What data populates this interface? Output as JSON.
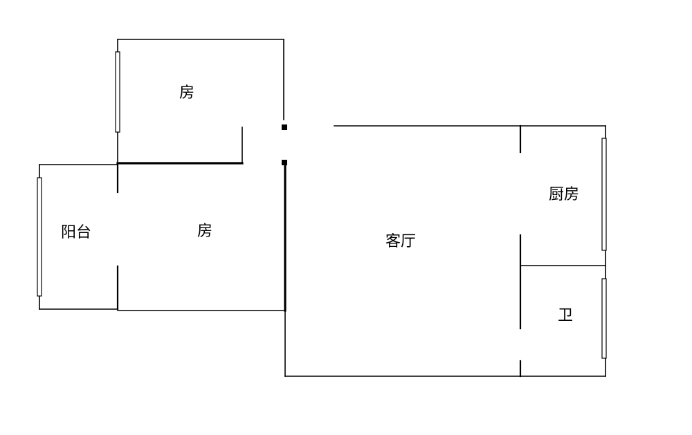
{
  "floorplan": {
    "rooms": {
      "bedroom_top": "房",
      "bedroom_middle": "房",
      "balcony": "阳台",
      "living_room": "客厅",
      "kitchen": "厨房",
      "bathroom": "卫"
    }
  }
}
